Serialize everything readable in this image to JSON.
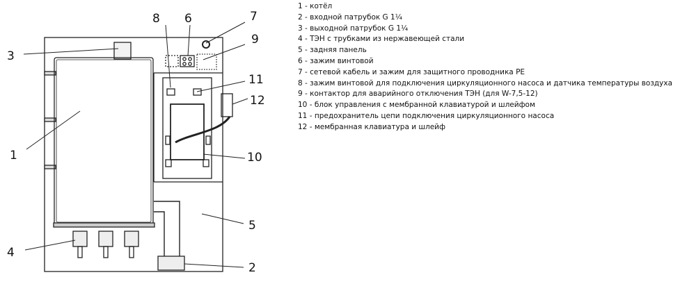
{
  "diagram": {
    "callouts": [
      "1",
      "2",
      "3",
      "4",
      "5",
      "6",
      "7",
      "8",
      "9",
      "10",
      "11",
      "12"
    ]
  },
  "legend": [
    "1 - котёл",
    "2 - входной патрубок G 1¼",
    "3 - выходной патрубок G 1¼",
    "4 - ТЭН с трубками из нержавеющей стали",
    "5 - задняя панель",
    "6 - зажим винтовой",
    "7 - сетевой кабель и зажим для защитного проводника PE",
    "8 - зажим винтовой для подключения циркуляционного насоса и датчика температуры воздуха",
    "9 - контактор для аварийного отключения ТЭН (для W-7,5-12)",
    "10 - блок управления с мембранной клавиатурой и шлейфом",
    "11 - предохранитель цепи подключения циркуляционного насоса",
    "12 - мембранная клавиатура и шлейф"
  ]
}
